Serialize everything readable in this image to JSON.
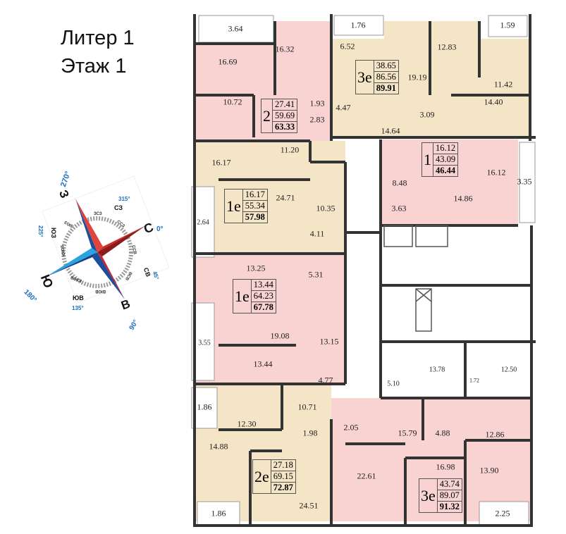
{
  "title": {
    "liter": "Литер 1",
    "floor": "Этаж 1"
  },
  "compass": {
    "n": "С",
    "n_deg": "0°",
    "ne": "СВ",
    "ne_deg": "45°",
    "e": "В",
    "e_deg": "90°",
    "se": "ЮВ",
    "se_deg": "135°",
    "s": "Ю",
    "s_deg": "180°",
    "sw": "ЮЗ",
    "sw_deg": "225°",
    "w": "З",
    "w_deg": "270°",
    "nw": "СЗ",
    "nw_deg": "315°",
    "minor": [
      "ЗСЗ",
      "ССЗ",
      "ССВ",
      "ВСВ",
      "ВЮВ",
      "ЮЮВ",
      "ЮЮЗ",
      "ЗЮЗ"
    ]
  },
  "colors": {
    "pink": "#f9d2d2",
    "beige": "#f4e5c6",
    "wall": "#333333"
  },
  "apartments": [
    {
      "type": "2",
      "a": "27.41",
      "b": "59.69",
      "c": "63.33"
    },
    {
      "type": "3е",
      "a": "38.65",
      "b": "86.56",
      "c": "89.91"
    },
    {
      "type": "1",
      "a": "16.12",
      "b": "43.09",
      "c": "46.44"
    },
    {
      "type": "1е",
      "a": "16.17",
      "b": "55.34",
      "c": "57.98"
    },
    {
      "type": "1е",
      "a": "13.44",
      "b": "64.23",
      "c": "67.78"
    },
    {
      "type": "2е",
      "a": "27.18",
      "b": "69.15",
      "c": "72.87"
    },
    {
      "type": "3е",
      "a": "43.74",
      "b": "89.07",
      "c": "91.32"
    }
  ],
  "rooms": [
    "3.64",
    "16.32",
    "16.69",
    "10.72",
    "1.93",
    "2.83",
    "11.20",
    "16.17",
    "1.76",
    "6.52",
    "19.19",
    "12.83",
    "1.59",
    "11.42",
    "4.47",
    "3.09",
    "14.64",
    "14.40",
    "16.12",
    "8.48",
    "3.35",
    "14.86",
    "3.63",
    "24.71",
    "2.64",
    "10.35",
    "4.11",
    "13.25",
    "5.31",
    "3.55",
    "19.08",
    "13.15",
    "13.44",
    "4.77",
    "1.86",
    "10.71",
    "12.30",
    "1.98",
    "2.05",
    "14.88",
    "22.61",
    "24.51",
    "1.86",
    "13.78",
    "12.50",
    "5.10",
    "1.72",
    "15.79",
    "4.88",
    "12.86",
    "16.98",
    "13.90",
    "2.25"
  ]
}
